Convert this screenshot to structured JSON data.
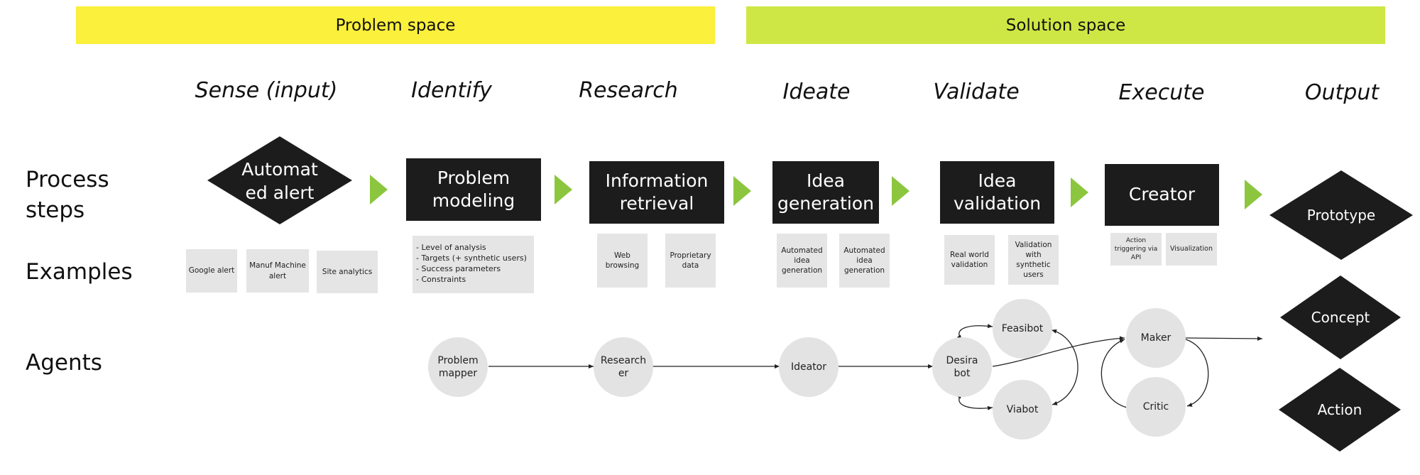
{
  "bands": {
    "problem": "Problem space",
    "solution": "Solution space"
  },
  "phases": [
    "Sense (input)",
    "Identify",
    "Research",
    "Ideate",
    "Validate",
    "Execute",
    "Output"
  ],
  "row_labels": {
    "process": [
      "Process",
      "steps"
    ],
    "examples": "Examples",
    "agents": "Agents"
  },
  "steps": {
    "sense": [
      "Automat",
      "ed alert"
    ],
    "identify": [
      "Problem",
      "modeling"
    ],
    "research": [
      "Information",
      "retrieval"
    ],
    "ideate": [
      "Idea",
      "generation"
    ],
    "validate": [
      "Idea",
      "validation"
    ],
    "execute": "Creator"
  },
  "examples": {
    "sense": [
      "Google alert",
      [
        "Manuf Machine",
        "alert"
      ],
      "Site analytics"
    ],
    "identify": [
      "- Level of analysis",
      "- Targets (+ synthetic users)",
      "- Success parameters",
      "- Constraints"
    ],
    "research": [
      [
        "Web",
        "browsing"
      ],
      [
        "Proprietary",
        "data"
      ]
    ],
    "ideate": [
      [
        "Automated",
        "idea",
        "generation"
      ],
      [
        "Automated",
        "idea",
        "generation"
      ]
    ],
    "validate": [
      [
        "Real world",
        "validation"
      ],
      [
        "Validation",
        "with",
        "synthetic",
        "users"
      ]
    ],
    "execute": [
      [
        "Action",
        "triggering via",
        "API"
      ],
      "Visualization"
    ]
  },
  "agents": {
    "problem_mapper": [
      "Problem",
      "mapper"
    ],
    "researcher": [
      "Research",
      "er"
    ],
    "ideator": "Ideator",
    "desirabot": [
      "Desira",
      "bot"
    ],
    "feasibot": "Feasibot",
    "viabot": "Viabot",
    "maker": "Maker",
    "critic": "Critic"
  },
  "outputs": [
    "Prototype",
    "Concept",
    "Action"
  ],
  "colors": {
    "problem_band": "#fbf03b",
    "solution_band": "#cfe744",
    "arrow": "#8cc63f",
    "box": "#1c1c1c",
    "example": "#e5e5e5",
    "agent": "#e3e3e3"
  }
}
